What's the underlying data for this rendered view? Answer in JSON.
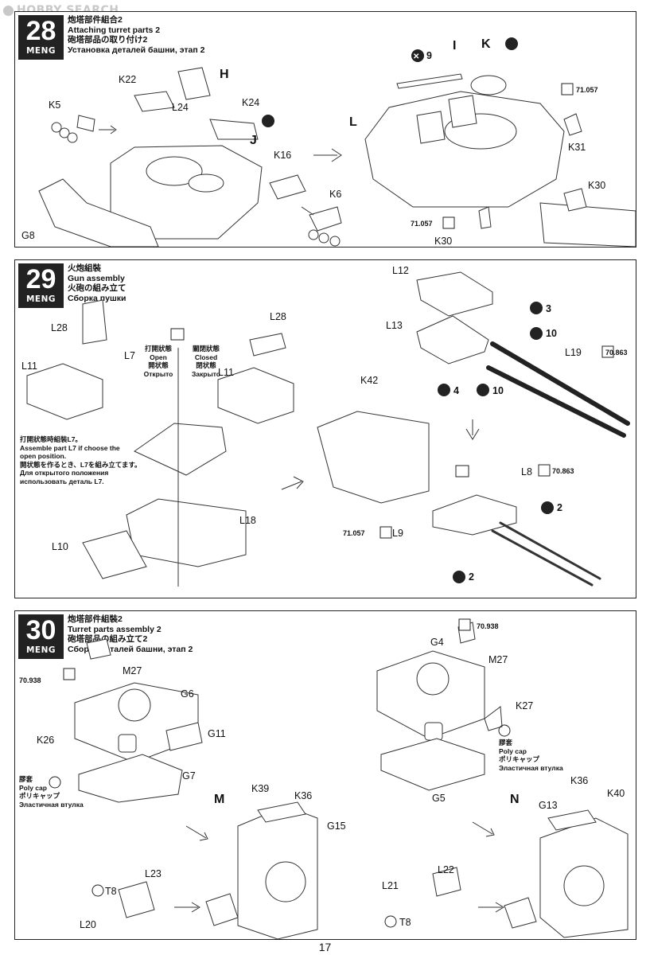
{
  "watermark": "HOBBY SEARCH",
  "brand": "MENG",
  "page_number": "17",
  "steps": [
    {
      "number": "28",
      "title_zh": "炮塔部件組合2",
      "title_en": "Attaching turret parts 2",
      "title_ja": "砲塔部品の取り付け2",
      "title_ru": "Установка деталей башни, этап 2",
      "labels": {
        "k22": "K22",
        "h": "H",
        "k5": "K5",
        "l24": "L24",
        "k24": "K24",
        "j": "J",
        "k16": "K16",
        "k6": "K6",
        "g8": "G8",
        "x9": "9",
        "i": "I",
        "k": "K",
        "l": "L",
        "paint_a": "71.057",
        "k31": "K31",
        "k30a": "K30",
        "paint_b": "71.057",
        "k30b": "K30"
      }
    },
    {
      "number": "29",
      "title_zh": "火炮組裝",
      "title_en": "Gun assembly",
      "title_ja": "火砲の組み立て",
      "title_ru": "Сборка пушки",
      "labels": {
        "l28a": "L28",
        "l7": "L7",
        "l11a": "L11",
        "l28b": "L28",
        "l11b": "L11",
        "l18": "L18",
        "l10": "L10",
        "k42": "K42",
        "l12": "L12",
        "l13": "L13",
        "x3": "3",
        "x10a": "10",
        "x4": "4",
        "x10b": "10",
        "l19": "L19",
        "paint_l19": "70.863",
        "l8": "L8",
        "paint_l8": "70.863",
        "paint_l9": "71.057",
        "l9": "L9",
        "x2a": "2",
        "x2b": "2"
      },
      "open_zh": "打開狀態",
      "open_en": "Open",
      "open_ja": "開状態",
      "open_ru": "Открыто",
      "closed_zh": "關閉狀態",
      "closed_en": "Closed",
      "closed_ja": "閉状態",
      "closed_ru": "Закрыто",
      "note_zh": "打開狀態時組裝L7。",
      "note_en1": "Assemble part L7 if choose the",
      "note_en2": "open position.",
      "note_ja": "開状態を作るとき、L7を組み立てます。",
      "note_ru1": "Для открытого положения",
      "note_ru2": "использовать деталь L7."
    },
    {
      "number": "30",
      "title_zh": "炮塔部件組裝2",
      "title_en": "Turret parts assembly 2",
      "title_ja": "砲塔部品の組み立て2",
      "title_ru": "Сборка деталей башни, этап 2",
      "labels": {
        "paint_m27a": "70.938",
        "m27a": "M27",
        "g6": "G6",
        "g11": "G11",
        "k26": "K26",
        "g7": "G7",
        "paint_m27b": "70.938",
        "g4": "G4",
        "m27b": "M27",
        "k27": "K27",
        "g5": "G5",
        "m": "M",
        "k39": "K39",
        "k36a": "K36",
        "g15": "G15",
        "l23": "L23",
        "t8a": "T8",
        "l20": "L20",
        "n": "N",
        "k36b": "K36",
        "k40": "K40",
        "g13": "G13",
        "l22": "L22",
        "l21": "L21",
        "t8b": "T8"
      },
      "polycap_zh": "膠套",
      "polycap_en": "Poly cap",
      "polycap_ja": "ポリキャップ",
      "polycap_ru": "Эластичная втулка"
    }
  ]
}
